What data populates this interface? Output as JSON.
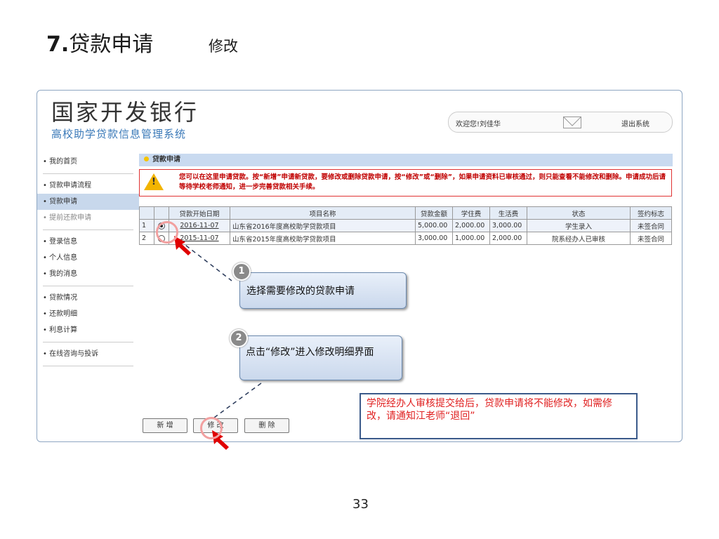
{
  "slide": {
    "title_num": "7.",
    "title": "贷款申请",
    "subtitle": "修改",
    "page_number": "33"
  },
  "app": {
    "brand_main": "国家开发银行",
    "brand_sub": "高校助学贷款信息管理系统",
    "welcome": "欢迎您!刘佳华",
    "logout": "退出系统"
  },
  "sidebar": {
    "items": [
      "我的首页",
      "贷款申请流程",
      "贷款申请",
      "提前还款申请",
      "登录信息",
      "个人信息",
      "我的消息",
      "贷款情况",
      "还款明细",
      "利息计算",
      "在线咨询与投诉"
    ]
  },
  "breadcrumb": "贷款申请",
  "notice": "您可以在这里申请贷款。按“新增”申请新贷款，要修改或删除贷款申请，按“修改”或“删除”，如果申请资料已审核通过，则只能查看不能修改和删除。申请成功后请等待学校老师通知，进一步完善贷款相关手续。",
  "table": {
    "headers": [
      "",
      "",
      "贷款开始日期",
      "项目名称",
      "贷款金额",
      "学住费",
      "生活费",
      "状态",
      "签约标志"
    ],
    "rows": [
      {
        "index": "1",
        "selected": true,
        "date": "2016-11-07",
        "project": "山东省2016年度高校助学贷款项目",
        "amount": "5,000.00",
        "tuition": "2,000.00",
        "living": "3,000.00",
        "status": "学生录入",
        "signed": "未签合同"
      },
      {
        "index": "2",
        "selected": false,
        "date": "2015-11-07",
        "project": "山东省2015年度高校助学贷款项目",
        "amount": "3,000.00",
        "tuition": "1,000.00",
        "living": "2,000.00",
        "status": "院系经办人已审核",
        "signed": "未签合同"
      }
    ]
  },
  "buttons": {
    "add": "新 增",
    "edit": "修 改",
    "delete": "删 除"
  },
  "callouts": {
    "step1_num": "1",
    "step1": "选择需要修改的贷款申请",
    "step2_num": "2",
    "step2": "点击“修改”进入修改明细界面"
  },
  "red_note": "学院经办人审核提交给后，贷款申请将不能修改，如需修改，请通知江老师“退回”"
}
